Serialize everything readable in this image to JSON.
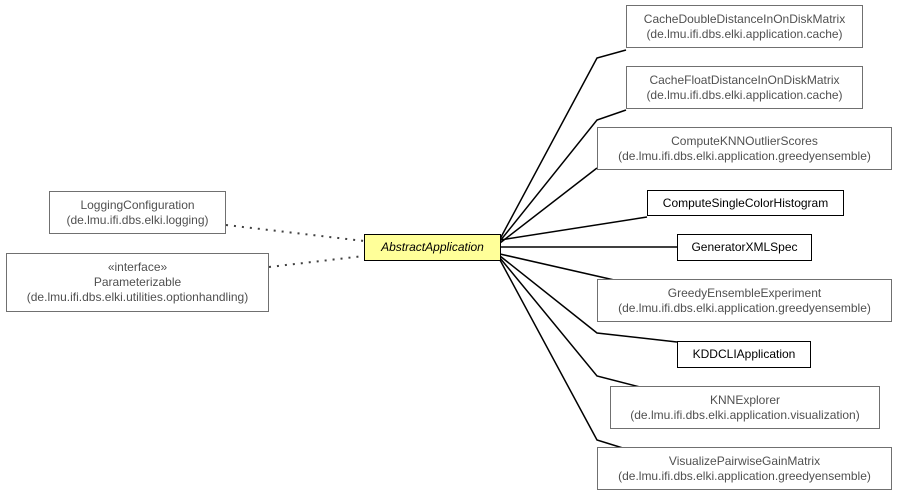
{
  "diagram": {
    "center": {
      "name": "AbstractApplication"
    },
    "implements": [
      {
        "id": "logging-configuration",
        "name": "LoggingConfiguration",
        "package": "(de.lmu.ifi.dbs.elki.logging)"
      },
      {
        "id": "parameterizable",
        "stereotype": "«interface»",
        "name": "Parameterizable",
        "package": "(de.lmu.ifi.dbs.elki.utilities.optionhandling)"
      }
    ],
    "subclasses": [
      {
        "id": "cache-double-distance",
        "name": "CacheDoubleDistanceInOnDiskMatrix",
        "package": "(de.lmu.ifi.dbs.elki.application.cache)"
      },
      {
        "id": "cache-float-distance",
        "name": "CacheFloatDistanceInOnDiskMatrix",
        "package": "(de.lmu.ifi.dbs.elki.application.cache)"
      },
      {
        "id": "compute-knn-outlier-scores",
        "name": "ComputeKNNOutlierScores",
        "package": "(de.lmu.ifi.dbs.elki.application.greedyensemble)"
      },
      {
        "id": "compute-single-color-histogram",
        "name": "ComputeSingleColorHistogram"
      },
      {
        "id": "generator-xml-spec",
        "name": "GeneratorXMLSpec"
      },
      {
        "id": "greedy-ensemble-experiment",
        "name": "GreedyEnsembleExperiment",
        "package": "(de.lmu.ifi.dbs.elki.application.greedyensemble)"
      },
      {
        "id": "kddcli-application",
        "name": "KDDCLIApplication"
      },
      {
        "id": "knn-explorer",
        "name": "KNNExplorer",
        "package": "(de.lmu.ifi.dbs.elki.application.visualization)"
      },
      {
        "id": "visualize-pairwise-gain-matrix",
        "name": "VisualizePairwiseGainMatrix",
        "package": "(de.lmu.ifi.dbs.elki.application.greedyensemble)"
      }
    ]
  }
}
